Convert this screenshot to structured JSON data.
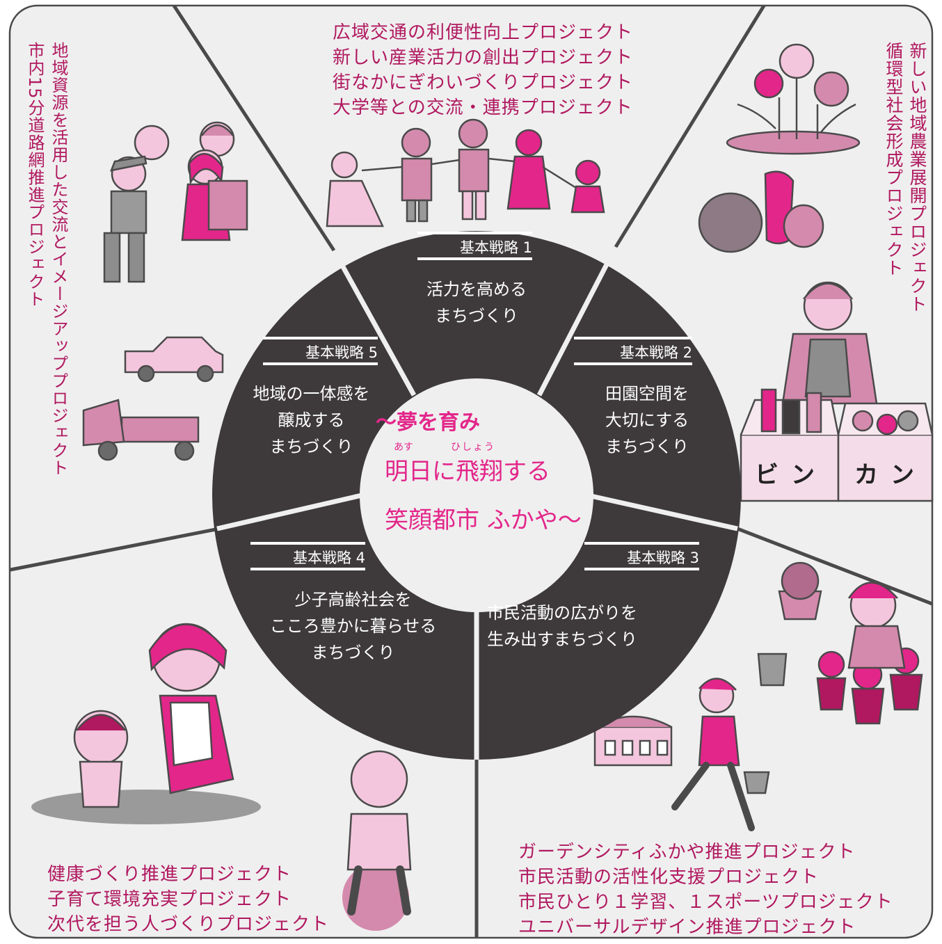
{
  "colors": {
    "background": "#efefef",
    "hub": "#3e3a3b",
    "accent": "#e3268a",
    "project_text": "#b0185f",
    "outline": "#4a4a4a"
  },
  "center_slogan": {
    "line1": "〜夢を育み",
    "ruby_asu": "あす",
    "ruby_hishou": "ひしょう",
    "line2": "明日に飛翔する",
    "line3": "笑顔都市 ふかや〜"
  },
  "strategies": [
    {
      "title": "基本戦略 1",
      "desc_lines": [
        "活力を高める",
        "まちづくり"
      ]
    },
    {
      "title": "基本戦略 2",
      "desc_lines": [
        "田園空間を",
        "大切にする",
        "まちづくり"
      ]
    },
    {
      "title": "基本戦略 3",
      "desc_lines": [
        "市民活動の広がりを",
        "生み出すまちづくり"
      ]
    },
    {
      "title": "基本戦略 4",
      "desc_lines": [
        "少子高齢社会を",
        "こころ豊かに暮らせる",
        "まちづくり"
      ]
    },
    {
      "title": "基本戦略 5",
      "desc_lines": [
        "地域の一体感を",
        "醸成する",
        "まちづくり"
      ]
    }
  ],
  "projects": {
    "strategy1": [
      "広域交通の利便性向上プロジェクト",
      "新しい産業活力の創出プロジェクト",
      "街なかにぎわいづくりプロジェクト",
      "大学等との交流・連携プロジェクト"
    ],
    "strategy2": [
      "新しい地域農業展開プロジェクト",
      "循環型社会形成プロジェクト"
    ],
    "strategy3": [
      "ガーデンシティふかや推進プロジェクト",
      "市民活動の活性化支援プロジェクト",
      "市民ひとり１学習、１スポーツプロジェクト",
      "ユニバーサルデザイン推進プロジェクト"
    ],
    "strategy4": [
      "健康づくり推進プロジェクト",
      "子育て環境充実プロジェクト",
      "次代を担う人づくりプロジェクト"
    ],
    "strategy5": [
      "地域資源を活用した交流とイメージアッププロジェクト",
      "市内15分道路網推進プロジェクト"
    ]
  },
  "illustration_labels": {
    "bottle_box": "ビン",
    "can_box": "カン"
  },
  "icons": [
    "people-holding-hands-icon",
    "flowers-icon",
    "vegetables-icon",
    "shopkeeper-icon",
    "recycle-boxes-icon",
    "gardener-icon",
    "flower-pots-icon",
    "walking-woman-icon",
    "building-icon",
    "mother-child-icon",
    "elderly-jogger-icon",
    "car-icon",
    "truck-icon",
    "family-group-icon"
  ]
}
